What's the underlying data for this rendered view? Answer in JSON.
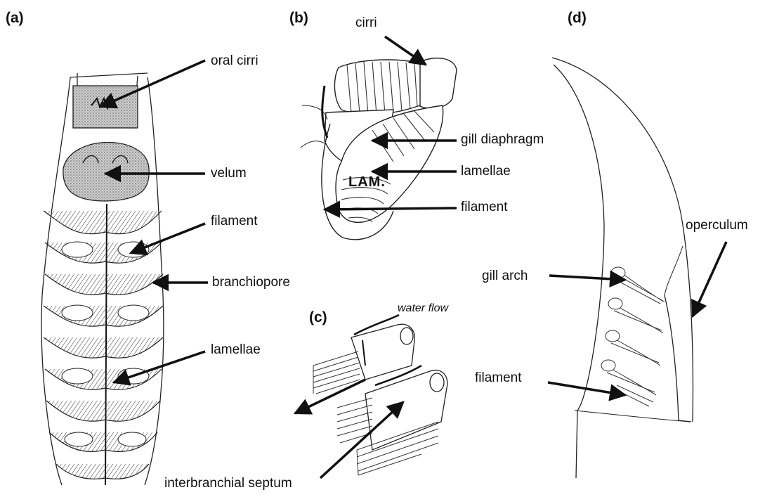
{
  "panels": {
    "a": "(a)",
    "b": "(b)",
    "c": "(c)",
    "d": "(d)"
  },
  "labels_a": {
    "oral_cirri": "oral cirri",
    "velum": "velum",
    "filament": "filament",
    "branchiopore": "branchiopore",
    "lamellae": "lamellae"
  },
  "labels_b": {
    "cirri": "cirri",
    "gill_diaphragm": "gill diaphragm",
    "lamellae": "lamellae",
    "filament": "filament",
    "lam_inside": "LAM."
  },
  "labels_c": {
    "water_flow": "water flow",
    "interbranchial_septum": "interbranchial septum"
  },
  "labels_d": {
    "operculum": "operculum",
    "gill_arch": "gill arch",
    "filament": "filament"
  }
}
